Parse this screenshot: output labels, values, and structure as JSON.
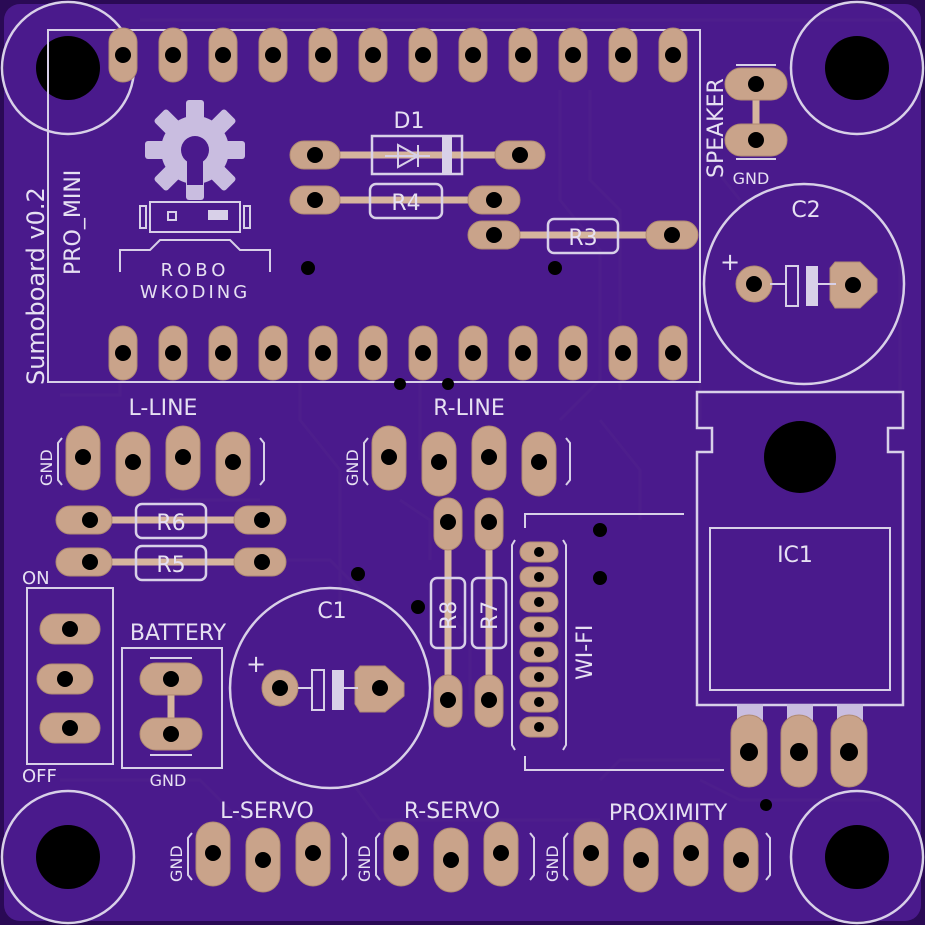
{
  "board": {
    "title": "Sumoboard v0.2",
    "colors": {
      "substrate": "#4a1a8c",
      "copper": "#c9a38a",
      "silkscreen": "#d8d0e8",
      "edge": "#2a0a55"
    }
  },
  "labels": {
    "pro_mini": "PRO_MINI",
    "d1": "D1",
    "r4": "R4",
    "r3": "R3",
    "c2": "C2",
    "speaker": "SPEAKER",
    "speaker_gnd": "GND",
    "l_line": "L-LINE",
    "r_line": "R-LINE",
    "l_line_gnd": "GND",
    "r_line_gnd": "GND",
    "r6": "R6",
    "r5": "R5",
    "r8": "R8",
    "r7": "R7",
    "wifi": "WI-FI",
    "ic1": "IC1",
    "c1": "C1",
    "c1_plus": "+",
    "c2_plus": "+",
    "switch_on": "ON",
    "switch_off": "OFF",
    "battery": "BATTERY",
    "battery_gnd": "GND",
    "l_servo": "L-SERVO",
    "r_servo": "R-SERVO",
    "proximity": "PROXIMITY",
    "l_servo_gnd": "GND",
    "r_servo_gnd": "GND",
    "proximity_gnd": "GND",
    "logo_top": "ROBO",
    "logo_bottom": "WKODING"
  },
  "icons": {
    "gear": "gear-icon",
    "diode": "diode-icon",
    "robot_logo": "robot-logo-icon"
  }
}
